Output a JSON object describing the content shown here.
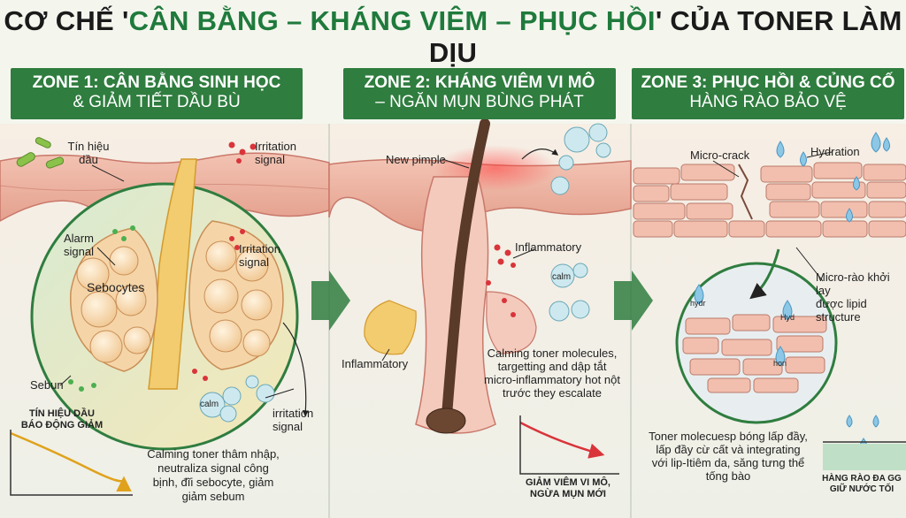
{
  "title": {
    "prefix": "CƠ CHẾ '",
    "accent": "CÂN BẰNG – KHÁNG VIÊM – PHỤC HỒI",
    "suffix": "' CỦA TONER LÀM DỊU"
  },
  "zones": [
    {
      "line1": "ZONE 1: CÂN BẰNG SINH HỌC",
      "line2": "& GIẢM TIẾT DẦU BÙ"
    },
    {
      "line1": "ZONE 2: KHÁNG VIÊM VI MÔ",
      "line2": "– NGĂN MỤN BÙNG PHÁT"
    },
    {
      "line1": "ZONE 3: PHỤC HỒI & CỦNG CỐ",
      "line2": "HÀNG RÀO BẢO VỆ"
    }
  ],
  "zone1": {
    "tin_hieu_dau": "Tín hiệu\ndầu",
    "irritation_top": "Irritation\nsignal",
    "alarm": "Alarm\nsignal",
    "irritation_mid": "Irritation\nsignal",
    "sebocytes": "Sebocytes",
    "sebun": "Sebun",
    "calm": "calm",
    "irritation_bottom": "irritation\nsignal",
    "caption": "Calming toner thâm nhập,\nneutraliza signal công\nbịnh, đĩi sebocyte, giảm\ngiảm sebum",
    "box_caption": "TÍN HIỆU DẦU\nBÁO ĐỘNG GIẢM"
  },
  "zone2": {
    "new_pimple": "New pimple",
    "inflammatory_right": "Inflammatory",
    "inflammatory_left": "Inflammatory",
    "calm": "calm",
    "caption": "Calming toner molecules,\ntargetting and dập tắt\nmicro-inflammatory hot nột\ntrước they escalate",
    "box_caption": "GIẢM VIÊM VI MÔ,\nNGỪA MỤN MỚI"
  },
  "zone3": {
    "micro_crack": "Micro-crack",
    "hydration": "Hydration",
    "micro_rao": "Micro-rào khởi lay\nđược lipid structure",
    "hydr": "hydr",
    "hyd": "Hyd",
    "hon": "hon",
    "caption": "Toner molecuesp bóng lấp đầy,\nlấp đầy cừ cất và integrating\nvới lip-Itiêm da, săng tưng thể\ntống bào",
    "box_caption": "HÀNG RÀO ĐA GG\nGIỮ NƯỚC TỐI"
  },
  "colors": {
    "header_green": "#2f7d3f",
    "skin": "#e9a99a",
    "sebum": "#f0c56e",
    "irritation": "#d9343a",
    "calm": "#bfe3ea"
  }
}
